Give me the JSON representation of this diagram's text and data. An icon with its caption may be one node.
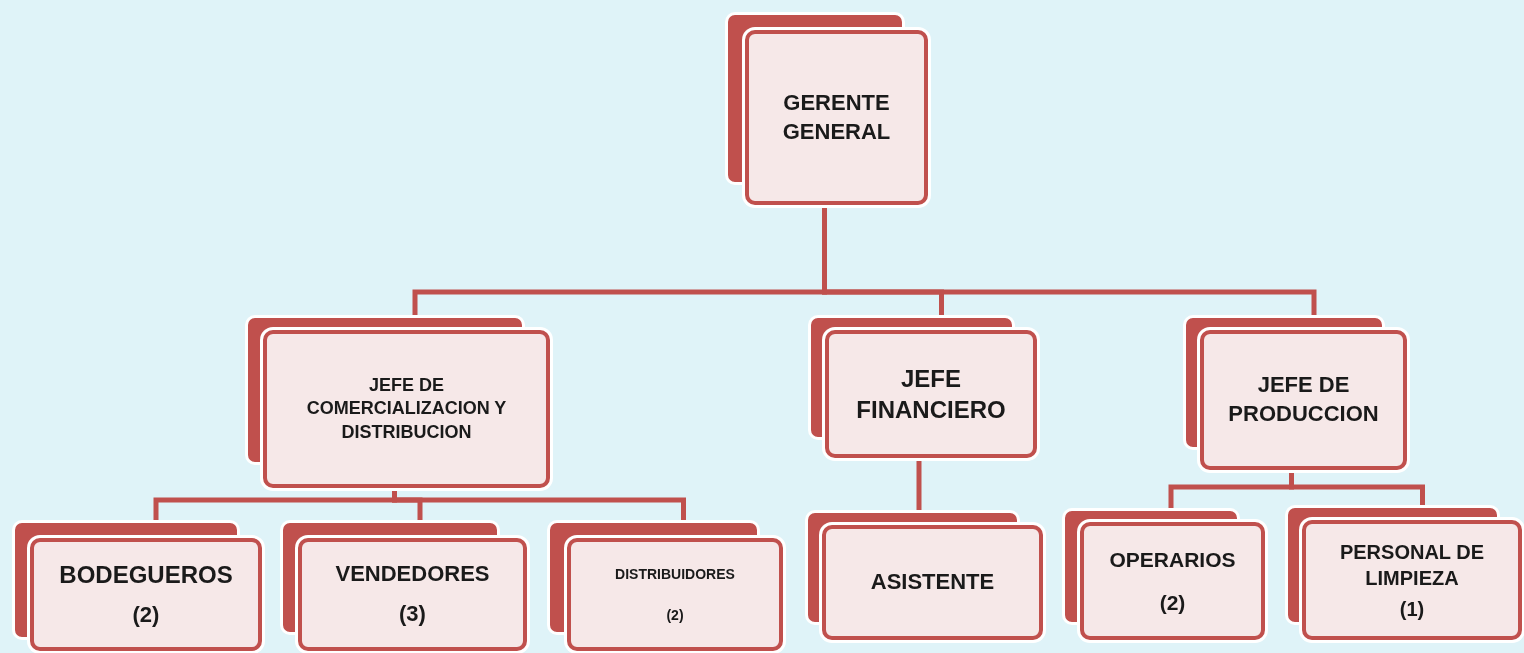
{
  "diagram": {
    "nodes": [
      {
        "text": [
          "GERENTE GENERAL"
        ]
      },
      {
        "text": [
          "JEFE DE COMERCIALIZACION Y DISTRIBUCION"
        ]
      },
      {
        "text": [
          "JEFE FINANCIERO"
        ]
      },
      {
        "text": [
          "JEFE DE PRODUCCION"
        ]
      },
      {
        "text": [
          "BODEGUEROS",
          "(2)"
        ]
      },
      {
        "text": [
          "VENDEDORES",
          "(3)"
        ]
      },
      {
        "text": [
          "DISTRIBUIDORES",
          "(2)"
        ]
      },
      {
        "text": [
          "ASISTENTE"
        ]
      },
      {
        "text": [
          "OPERARIOS",
          "(2)"
        ]
      },
      {
        "text": [
          "PERSONAL DE LIMPIEZA",
          "(1)"
        ]
      }
    ],
    "edges": [
      {
        "from": 0,
        "to": 1,
        "arrow": "none"
      },
      {
        "from": 0,
        "to": 2,
        "arrow": "none"
      },
      {
        "from": 0,
        "to": 3,
        "arrow": "none"
      },
      {
        "from": 1,
        "to": 4,
        "arrow": "none"
      },
      {
        "from": 1,
        "to": 5,
        "arrow": "none"
      },
      {
        "from": 1,
        "to": 6,
        "arrow": "none"
      },
      {
        "from": 2,
        "to": 7,
        "arrow": "none"
      },
      {
        "from": 3,
        "to": 8,
        "arrow": "none"
      },
      {
        "from": 3,
        "to": 9,
        "arrow": "none"
      }
    ]
  }
}
